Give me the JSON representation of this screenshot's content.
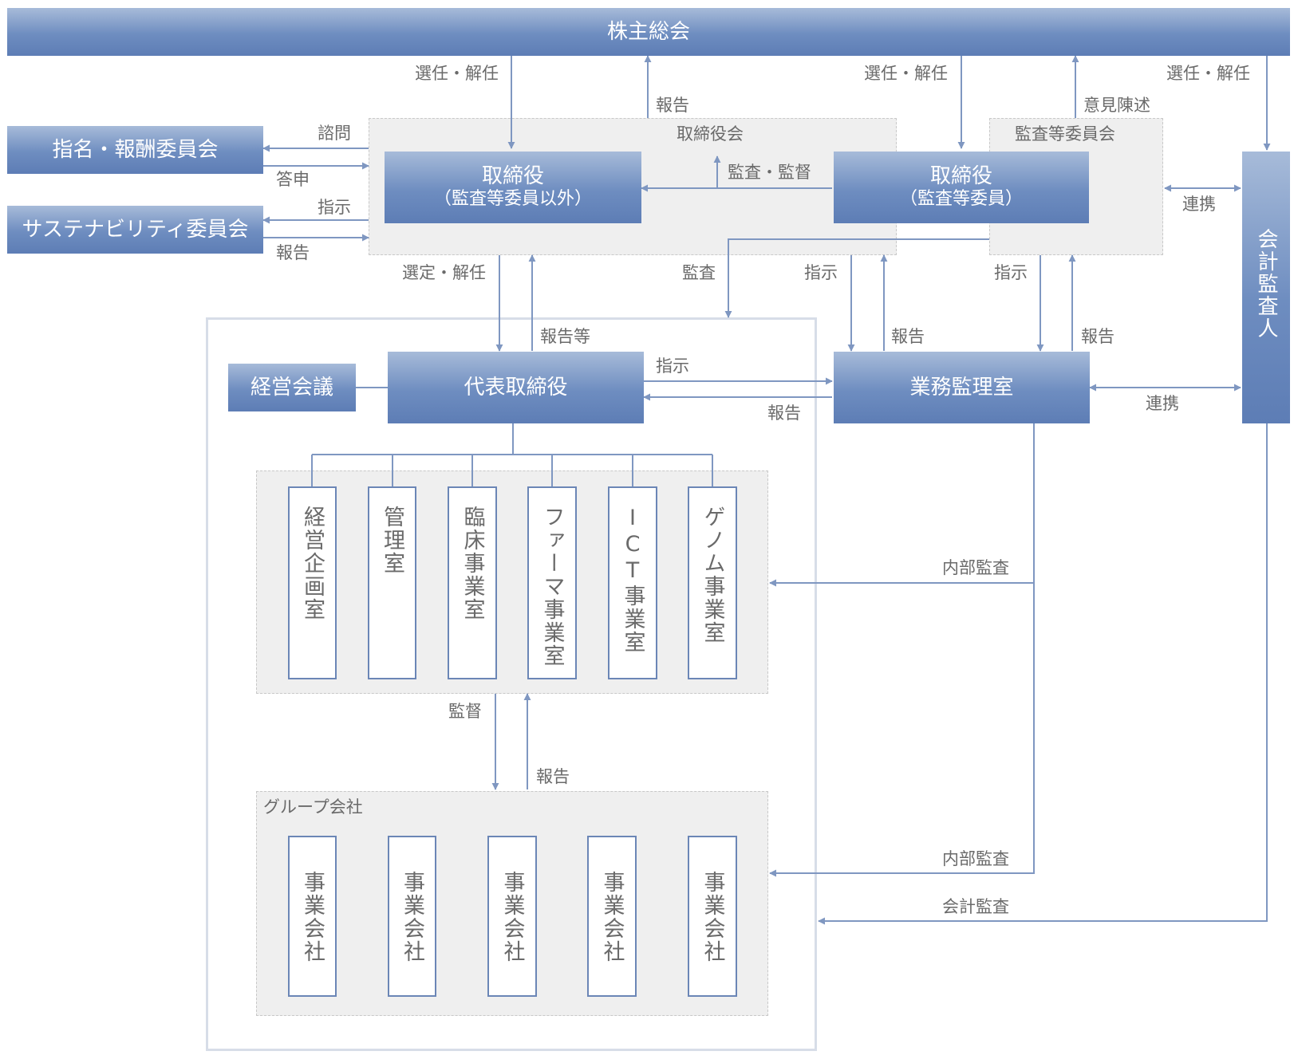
{
  "shareholders_meeting": "株主総会",
  "board": {
    "group_label": "取締役会",
    "directors_non_audit": {
      "title": "取締役",
      "sub": "（監査等委員以外）"
    },
    "directors_audit": {
      "title": "取締役",
      "sub": "（監査等委員）"
    }
  },
  "audit_committee_label": "監査等委員会",
  "nomination_committee": "指名・報酬委員会",
  "sustainability_committee": "サステナビリティ委員会",
  "accounting_auditor": "会計監査人",
  "management_meeting": "経営会議",
  "ceo": "代表取締役",
  "internal_audit_office": "業務監理室",
  "departments": [
    "経営企画室",
    "管理室",
    "臨床事業室",
    "ファーマ事業室",
    "ICT事業室",
    "ゲノム事業室"
  ],
  "group_companies": {
    "label": "グループ会社",
    "items": [
      "事業会社",
      "事業会社",
      "事業会社",
      "事業会社",
      "事業会社"
    ]
  },
  "labels": {
    "elect_dismiss_1": "選任・解任",
    "report_1": "報告",
    "elect_dismiss_2": "選任・解任",
    "opinion": "意見陳述",
    "elect_dismiss_3": "選任・解任",
    "consult": "諮問",
    "answer": "答申",
    "instruct_sus": "指示",
    "report_sus": "報告",
    "audit_supervise": "監査・監督",
    "cooperation_top": "連携",
    "select_dismiss": "選定・解任",
    "report_etc": "報告等",
    "audit": "監査",
    "instruct_a": "指示",
    "report_a": "報告",
    "instruct_b": "指示",
    "report_b": "報告",
    "instruct_ceo": "指示",
    "report_ceo": "報告",
    "cooperation_mid": "連携",
    "internal_audit_1": "内部監査",
    "supervise": "監督",
    "report_group": "報告",
    "internal_audit_2": "内部監査",
    "accounting_audit": "会計監査"
  },
  "colors": {
    "box_top": "#a7bbd9",
    "box_bottom": "#5d7db5",
    "line": "#7f97c1",
    "label": "#6a6a6a",
    "shade": "#efefef"
  }
}
